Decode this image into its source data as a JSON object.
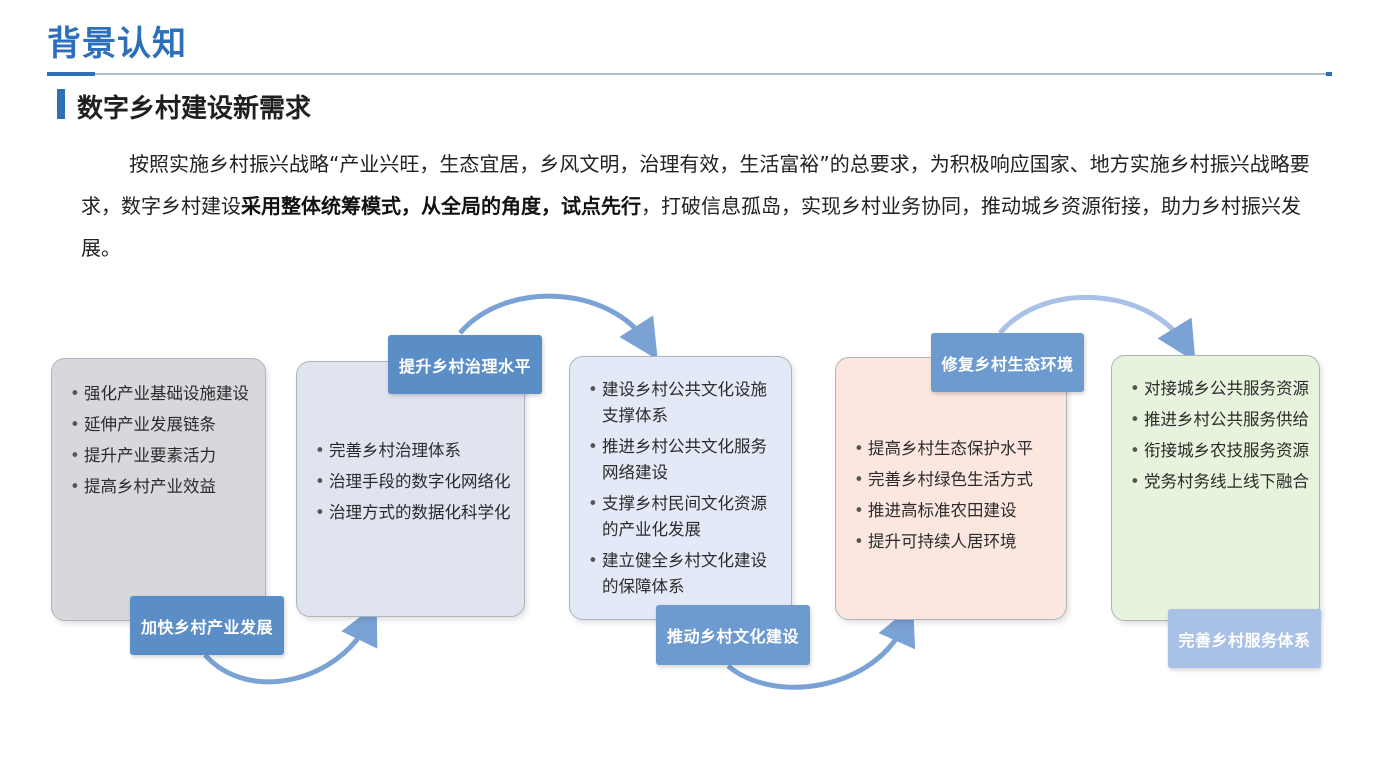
{
  "header": {
    "title": "背景认知",
    "subtitle": "数字乡村建设新需求"
  },
  "intro": {
    "part1": "按照实施乡村振兴战略“产业兴旺，生态宜居，乡风文明，治理有效，生活富裕”的总要求，为积极响应国家、地方实施乡村振兴战略要求，数字乡村建设",
    "bold": "采用整体统筹模式，从全局的角度，试点先行",
    "part2": "，打破信息孤岛，实现乡村业务协同，推动城乡资源衔接，助力乡村振兴发展。"
  },
  "flow": {
    "colors": {
      "box1": "#d7d8dc",
      "box2": "#dfe4ee",
      "box3": "#e3e9f6",
      "box4": "#fbe7df",
      "box5": "#e8f3dd",
      "label_dark": "#5b8dc6",
      "label_mid": "#6d9bd0",
      "label_light": "#a9c1e6",
      "arrow": "#7ba2d4"
    },
    "stages": [
      {
        "label": "加快乡村产业发展",
        "items": [
          "强化产业基础设施建设",
          "延伸产业发展链条",
          "提升产业要素活力",
          "提高乡村产业效益"
        ]
      },
      {
        "label": "提升乡村治理水平",
        "items": [
          "完善乡村治理体系",
          "治理手段的数字化网络化",
          "治理方式的数据化科学化"
        ]
      },
      {
        "label": "推动乡村文化建设",
        "items": [
          "建设乡村公共文化设施支撑体系",
          "推进乡村公共文化服务网络建设",
          "支撑乡村民间文化资源的产业化发展",
          "建立健全乡村文化建设的保障体系"
        ]
      },
      {
        "label": "修复乡村生态环境",
        "items": [
          "提高乡村生态保护水平",
          "完善乡村绿色生活方式",
          "推进高标准农田建设",
          "提升可持续人居环境"
        ]
      },
      {
        "label": "完善乡村服务体系",
        "items": [
          "对接城乡公共服务资源",
          "推进乡村公共服务供给",
          "衔接城乡农技服务资源",
          "党务村务线上线下融合"
        ]
      }
    ]
  }
}
